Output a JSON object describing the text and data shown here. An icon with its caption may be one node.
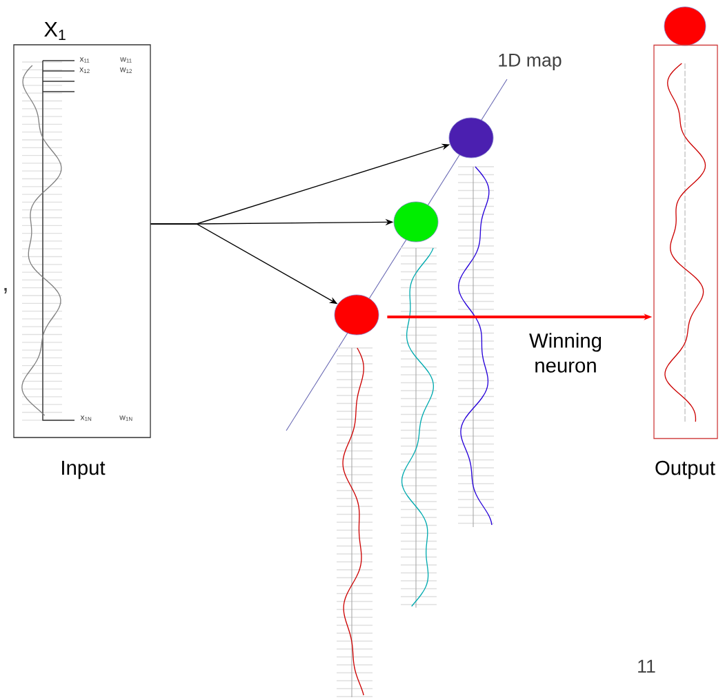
{
  "diagram": {
    "nodes": [
      {
        "text": [
          "X$_{1}$"
        ],
        "beside": [
          "Input"
        ]
      },
      {
        "text": [],
        "shape": "circle"
      },
      {
        "text": [],
        "shape": "circle"
      },
      {
        "text": [],
        "shape": "circle"
      },
      {
        "text": [],
        "shape": "circle"
      },
      {
        "text": [],
        "shape": "box",
        "beside": [
          "Output"
        ]
      }
    ],
    "edges": [
      {
        "from": 0,
        "to": 1,
        "arrow": "to"
      },
      {
        "from": 0,
        "to": 2,
        "arrow": "to"
      },
      {
        "from": 0,
        "to": 3,
        "arrow": "to"
      },
      {
        "from": 3,
        "to": 5,
        "arrow": "to",
        "label": "Winning neuron",
        "style": "thick",
        "color": "#ff0000"
      }
    ],
    "labels": [
      "x$_{11}$",
      "w$_{11}$",
      "x$_{12}$",
      "w$_{12}$",
      ",",
      "x$_{1N}$",
      "w$_{1N}$",
      "1D map",
      "11"
    ]
  }
}
